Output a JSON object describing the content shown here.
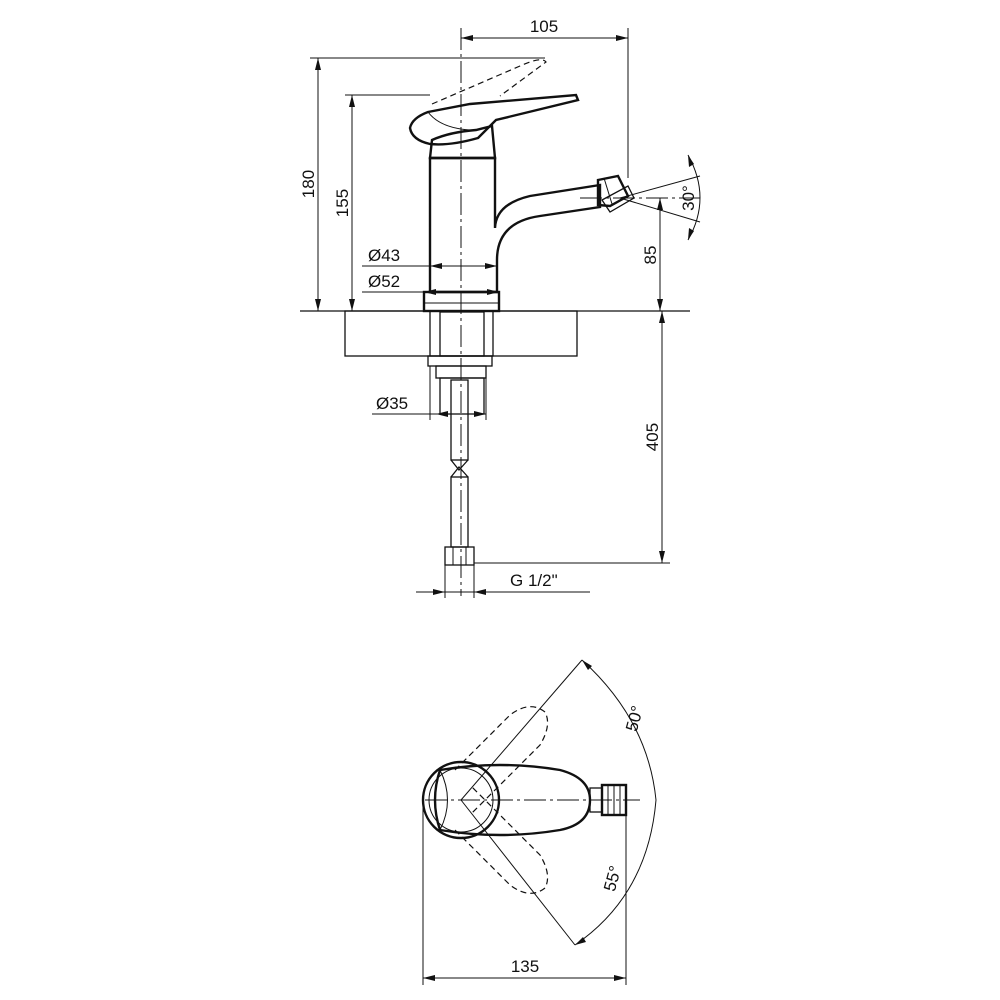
{
  "side_view": {
    "dimensions": {
      "width_105": "105",
      "height_180": "180",
      "height_155": "155",
      "height_85": "85",
      "angle_30": "30°",
      "dia_43": "Ø43",
      "dia_52": "Ø52",
      "dia_35": "Ø35",
      "length_405": "405",
      "thread": "G 1/2\""
    }
  },
  "top_view": {
    "dimensions": {
      "angle_50": "50°",
      "angle_55": "55°",
      "width_135": "135"
    }
  }
}
